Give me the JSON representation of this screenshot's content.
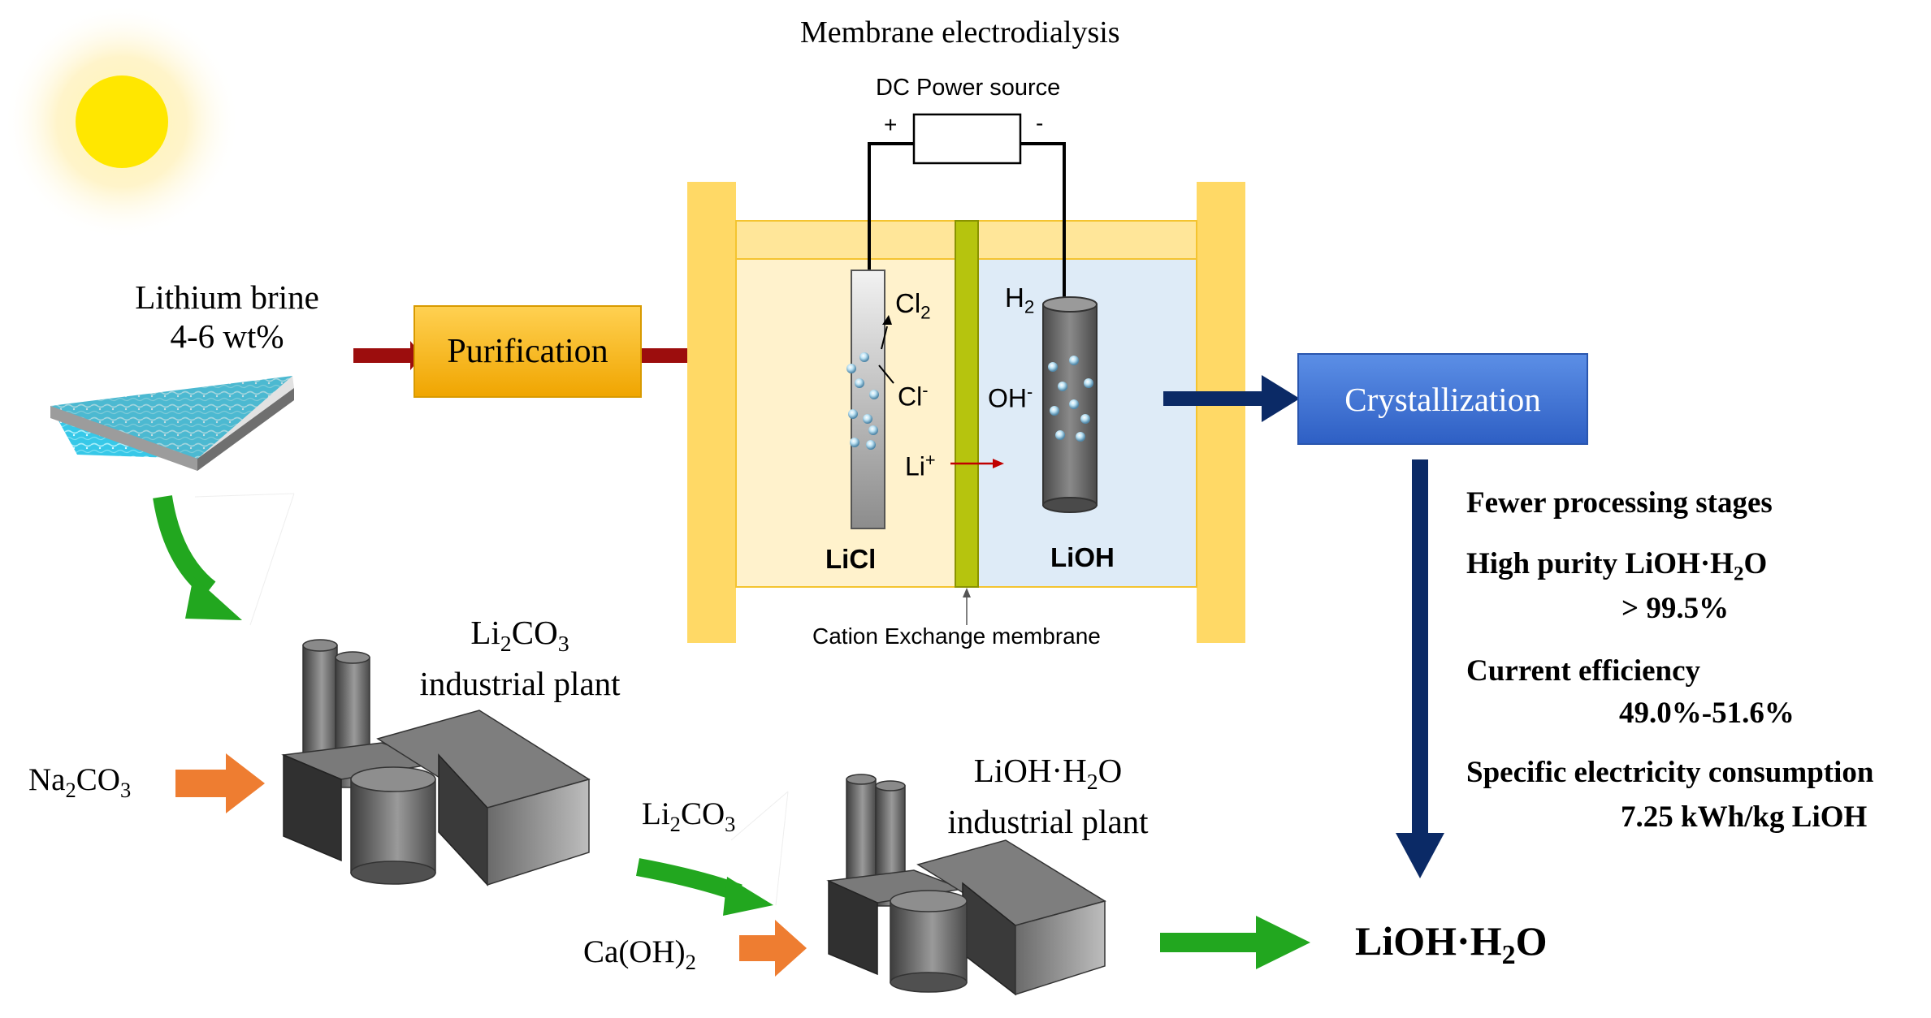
{
  "colors": {
    "purification_fill": "#F5B820",
    "crystallization_fill": "#3F74D6",
    "frame": "#FFD966",
    "anode_chamber": "#FFF2CC",
    "cathode_chamber": "#DEEBF7",
    "membrane": "#B6C40E",
    "red_arrow": "#9C0D0D",
    "navy_arrow": "#0B2A66",
    "green_arrow": "#22A71F",
    "orange_arrow": "#EE7D31",
    "sun": "#FFE700"
  },
  "title": "Membrane electrodialysis",
  "power": {
    "label": "DC Power source",
    "plus": "+",
    "minus": "-"
  },
  "brine": {
    "line1": "Lithium brine",
    "line2": "4-6 wt%"
  },
  "purification": "Purification",
  "crystallization": "Crystallization",
  "cell": {
    "cl2_main": "Cl",
    "cl2_sub": "2",
    "h2_main": "H",
    "h2_sub": "2",
    "cl_main": "Cl",
    "cl_sup": "-",
    "oh_main": "OH",
    "oh_sup": "-",
    "li_main": "Li",
    "li_sup": "+",
    "licl": "LiCl",
    "lioh": "LiOH",
    "membrane_label": "Cation Exchange membrane"
  },
  "plant1": {
    "formula_a": "Li",
    "formula_sub1": "2",
    "formula_b": "CO",
    "formula_sub2": "3",
    "line2": "industrial plant"
  },
  "plant2": {
    "formula_a": "LiOH·H",
    "formula_sub": "2",
    "formula_b": "O",
    "line2": "industrial plant"
  },
  "inputs": {
    "na_a": "Na",
    "na_sub1": "2",
    "na_b": "CO",
    "na_sub2": "3",
    "li_a": "Li",
    "li_sub1": "2",
    "li_b": "CO",
    "li_sub2": "3",
    "ca_a": "Ca(OH)",
    "ca_sub": "2"
  },
  "product": {
    "a": "LiOH·H",
    "sub": "2",
    "b": "O"
  },
  "advantages": [
    {
      "title": "Fewer processing stages",
      "value": ""
    },
    {
      "title": "High purity LiOH·H",
      "title_sub": "2",
      "title_end": "O",
      "value": "> 99.5%"
    },
    {
      "title": "Current efficiency",
      "value": "49.0%-51.6%"
    },
    {
      "title": "Specific electricity consumption",
      "value": "7.25 kWh/kg LiOH"
    }
  ]
}
